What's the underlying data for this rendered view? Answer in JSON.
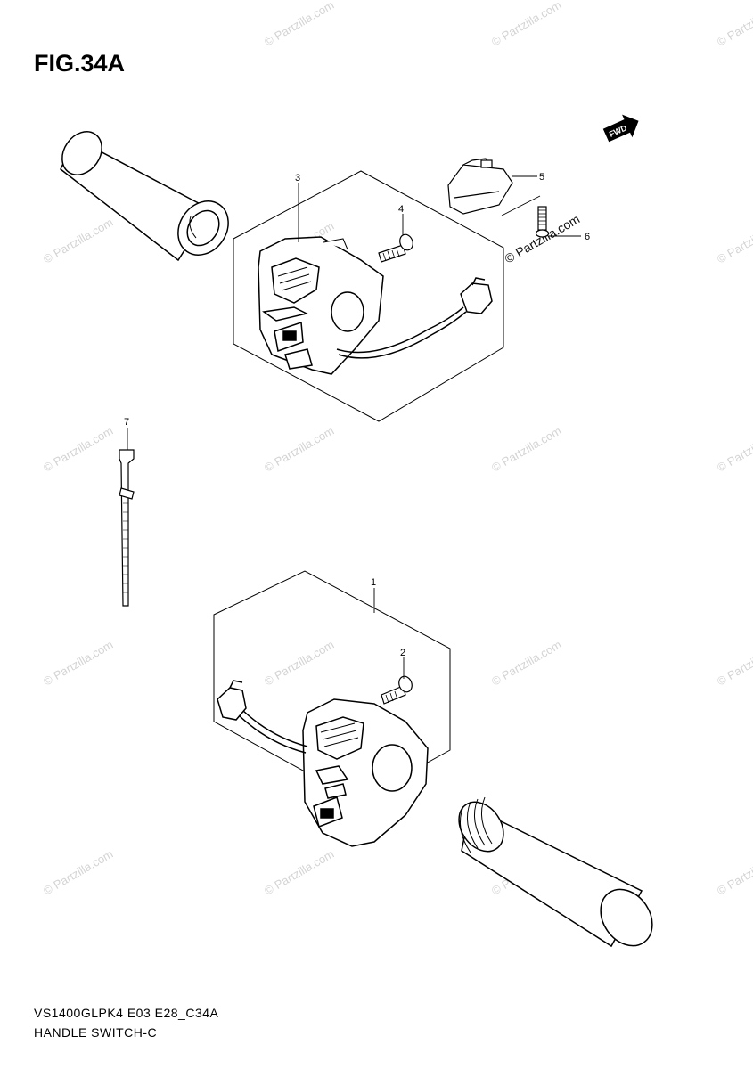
{
  "figure": {
    "title": "FIG.34A"
  },
  "footer": {
    "code": "VS1400GLPK4 E03 E28_C34A",
    "name": "HANDLE SWITCH-C"
  },
  "callouts": [
    "1",
    "2",
    "3",
    "4",
    "5",
    "6",
    "7"
  ],
  "direction_marker": {
    "text": "FWD",
    "icon": "arrow-right-icon"
  },
  "watermark": {
    "text": "© Partzilla.com",
    "color": "#d4d4d4"
  },
  "colors": {
    "line": "#000000",
    "background": "#ffffff"
  }
}
